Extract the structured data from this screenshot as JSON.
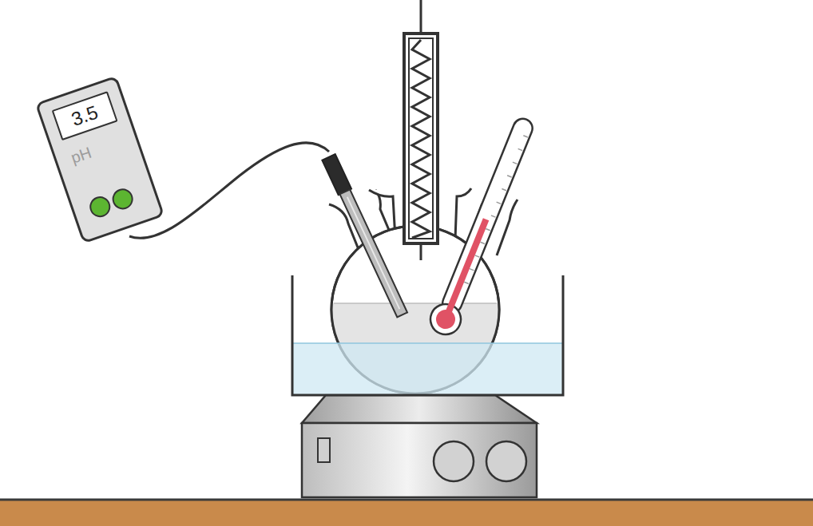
{
  "diagram": {
    "nodes": [
      {
        "text": [
          "pH"
        ]
      },
      {
        "text": [
          "3.5"
        ],
        "in": 0
      }
    ]
  }
}
